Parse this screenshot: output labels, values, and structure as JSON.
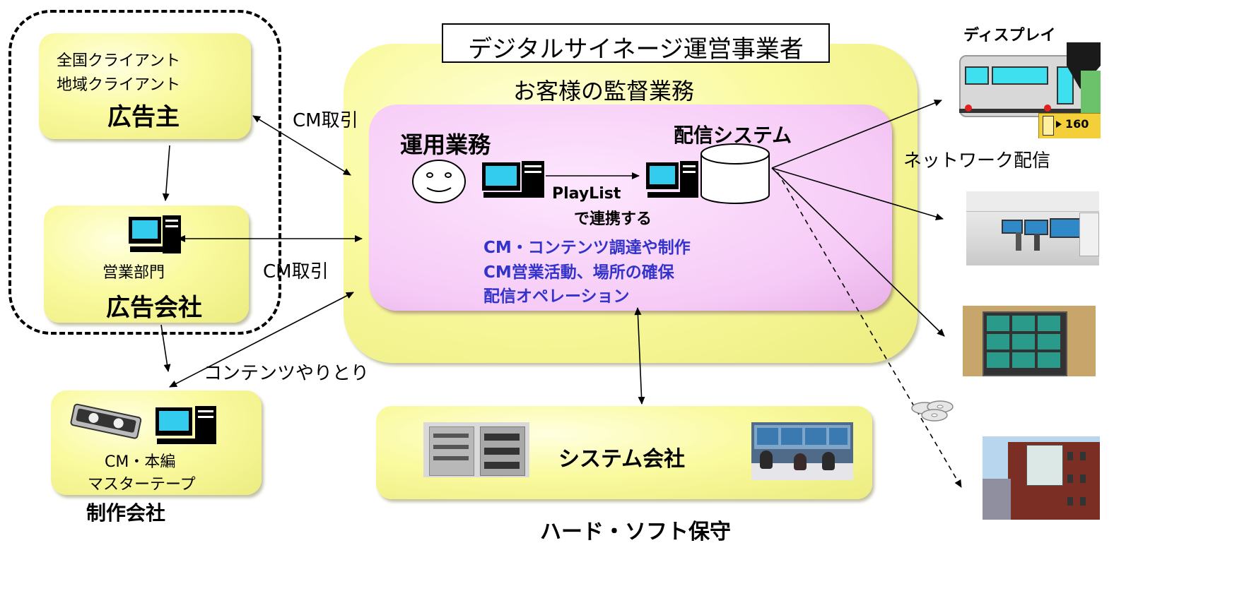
{
  "operator": {
    "title": "デジタルサイネージ運営事業者",
    "supervision": "お客様の監督業務",
    "operations_title": "運用業務",
    "delivery_system": "配信システム",
    "playlist_line1": "PlayList",
    "playlist_line2": "で連携する",
    "tasks": [
      "CM・コンテンツ調達や制作",
      "CM営業活動、場所の確保",
      "配信オペレーション"
    ]
  },
  "advertiser": {
    "line1": "全国クライアント",
    "line2": "地域クライアント",
    "title": "広告主"
  },
  "agency": {
    "dept": "営業部門",
    "title": "広告会社"
  },
  "production": {
    "line1": "CM・本編",
    "line2": "マスターテープ",
    "title": "制作会社"
  },
  "system_company": {
    "title": "システム会社",
    "caption": "ハード・ソフト保守"
  },
  "links": {
    "cm_deal_1": "CM取引",
    "cm_deal_2": "CM取引",
    "content_exchange": "コンテンツやりとり",
    "network_delivery": "ネットワーク配信"
  },
  "displays": {
    "title": "ディスプレイ",
    "train_sign": "160"
  },
  "colors": {
    "yellow_box": "#fafaa0",
    "pink_box": "#f8d0f8",
    "task_text": "#3333cc"
  }
}
